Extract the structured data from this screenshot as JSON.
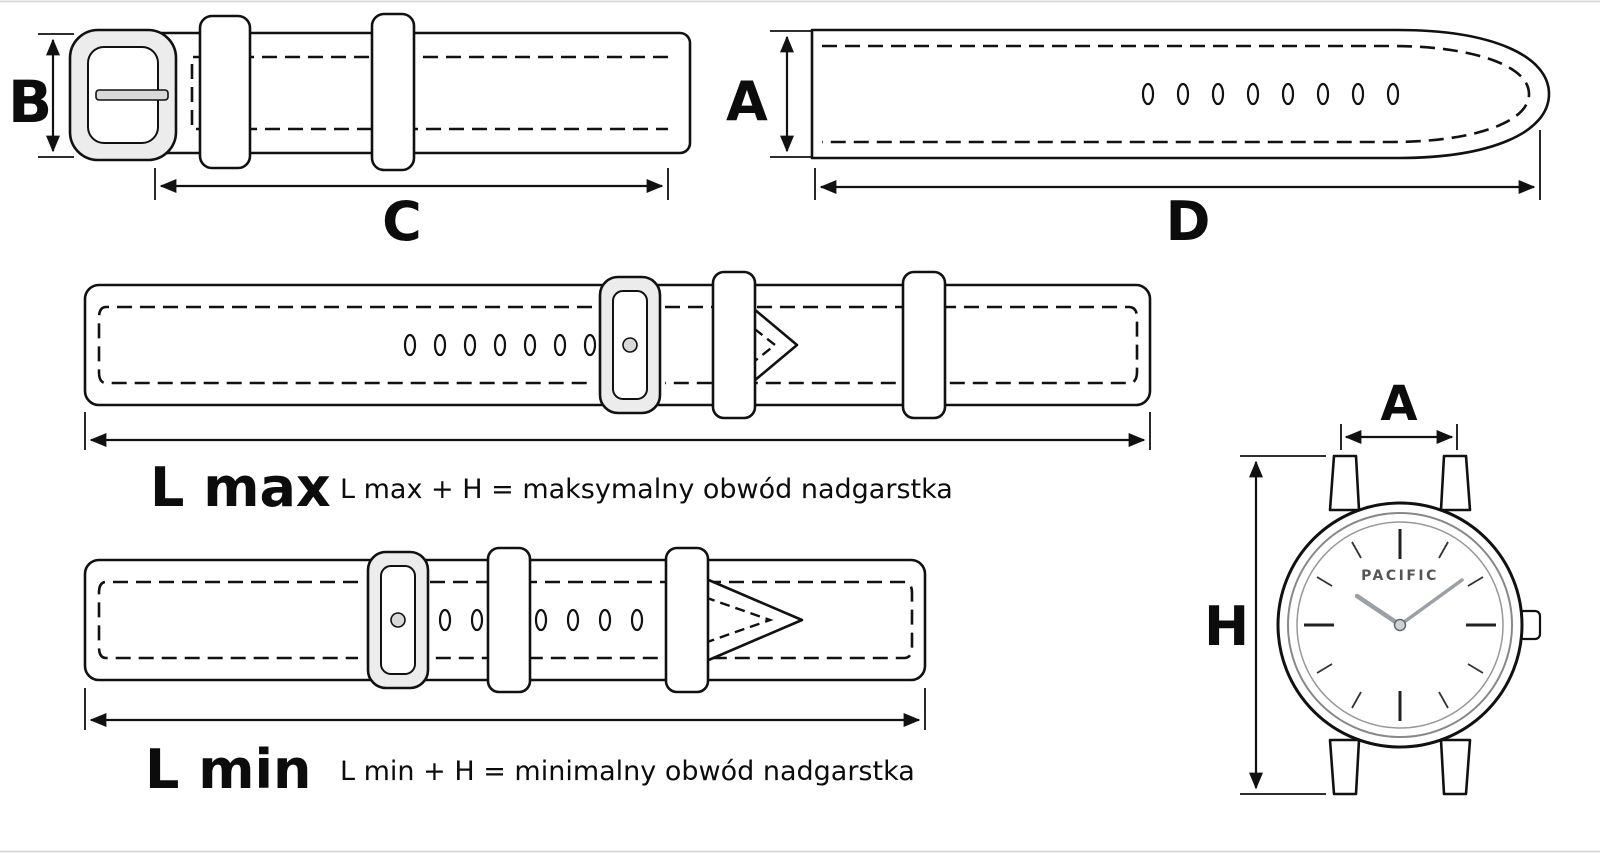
{
  "dimension_labels": {
    "b": "B",
    "c": "C",
    "a_long": "A",
    "d": "D",
    "l_max": "L max",
    "l_min": "L min",
    "a_watch": "A",
    "h": "H"
  },
  "formulas": {
    "max": "L max + H  = maksymalny obwód nadgarstka",
    "min": "L min + H  = minimalny obwód nadgarstka"
  },
  "watch": {
    "brand": "PACIFIC"
  }
}
